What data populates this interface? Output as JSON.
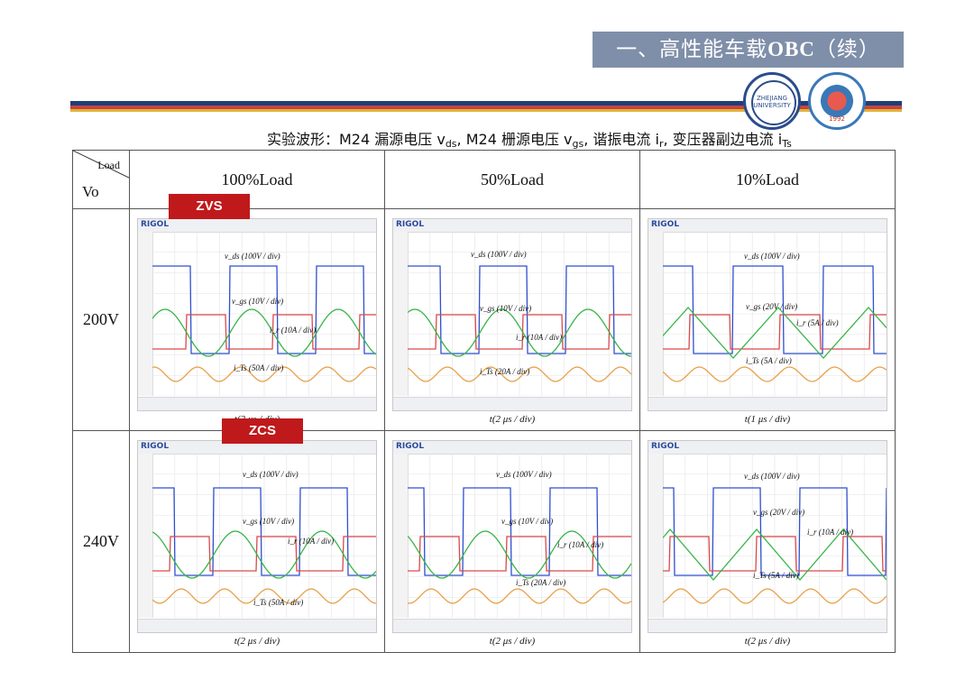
{
  "header": {
    "title_prefix": "一、高性能车载",
    "title_bold": "OBC",
    "title_suffix": "（续）"
  },
  "caption": {
    "prefix": "实验波形：M24 漏源电压 v",
    "sub_ds": "ds",
    "mid1": ", M24 栅源电压 v",
    "sub_gs": "gs",
    "mid2": ", 谐振电流 i",
    "sub_r": "r",
    "mid3": ", 变压器副边电流 i",
    "sub_ts": "Ts"
  },
  "table": {
    "corner_load": "Load",
    "corner_vo": "Vo",
    "columns": [
      "100%Load",
      "50%Load",
      "10%Load"
    ],
    "rows": [
      "200V",
      "240V"
    ]
  },
  "scope": {
    "brand": "RIGOL",
    "cells": [
      {
        "id": "r1c1",
        "vds": "v_ds (100V / div)",
        "vgs": "v_gs (10V / div)",
        "ir": "i_r (10A / div)",
        "its": "i_Ts (50A / div)",
        "time": "t(2 μs / div)"
      },
      {
        "id": "r1c2",
        "vds": "v_ds (100V / div)",
        "vgs": "v_gs (10V / div)",
        "ir": "i_r (10A / div)",
        "its": "i_Ts (20A / div)",
        "time": "t(2 μs / div)"
      },
      {
        "id": "r1c3",
        "vds": "v_ds (100V / div)",
        "vgs": "v_gs (20V / div)",
        "ir": "i_r (5A / div)",
        "its": "i_Ts (5A / div)",
        "time": "t(1 μs / div)"
      },
      {
        "id": "r2c1",
        "vds": "v_ds (100V / div)",
        "vgs": "v_gs (10V / div)",
        "ir": "i_r (10A / div)",
        "its": "i_Ts (50A / div)",
        "time": "t(2 μs / div)"
      },
      {
        "id": "r2c2",
        "vds": "v_ds (100V / div)",
        "vgs": "v_gs (10V / div)",
        "ir": "i_r (10A / div)",
        "its": "i_Ts (20A / div)",
        "time": "t(2 μs / div)"
      },
      {
        "id": "r2c3",
        "vds": "v_ds (100V / div)",
        "vgs": "v_gs (20V / div)",
        "ir": "i_r (10A / div)",
        "its": "i_Ts (5A / div)",
        "time": "t(2 μs / div)"
      }
    ]
  },
  "tags": {
    "zvs": "ZVS",
    "zcs": "ZCS"
  },
  "logos": {
    "zju_text": "ZHEJIANG UNIVERSITY",
    "lab_text": "1992"
  },
  "colors": {
    "title_bg": "#7f8fa9",
    "tag_bg": "#c0191b",
    "vds": "#2f4fd0",
    "vgs": "#d94a4a",
    "ir": "#39b54a",
    "its": "#e8a14a"
  }
}
